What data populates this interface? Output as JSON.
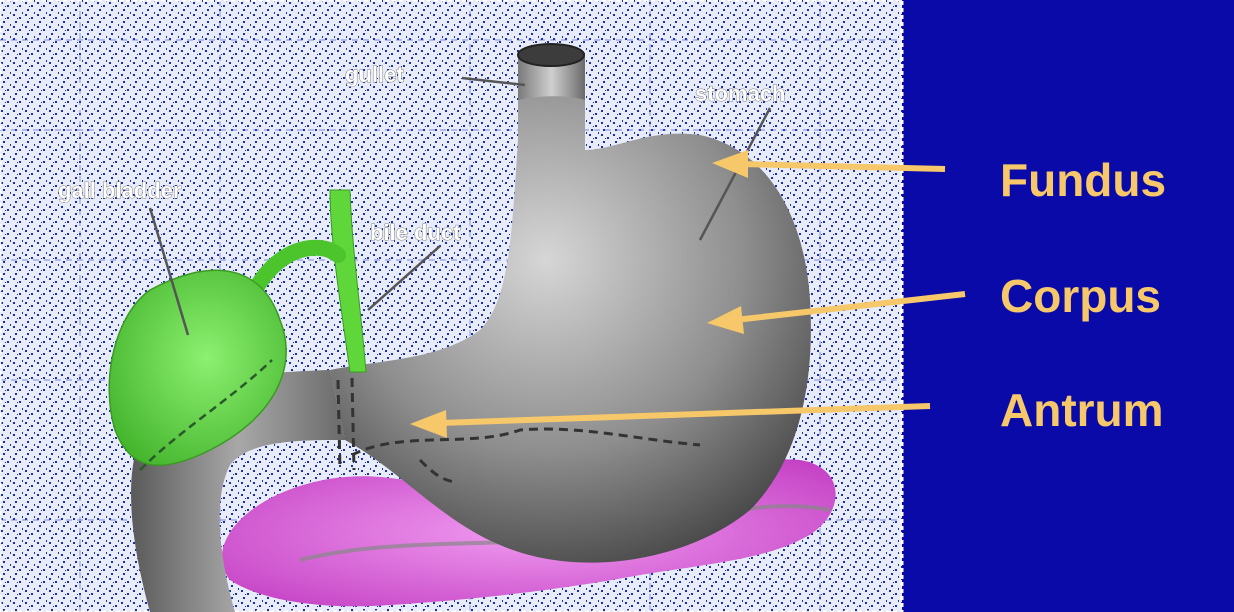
{
  "colors": {
    "slide_background": "#0a0aa8",
    "panel_background": "#e8ecf8",
    "speckle": "#1a2fb0",
    "stomach": "#8a8a8a",
    "gall_bladder": "#5fd63a",
    "pancreas": "#dc58dc",
    "arrow": "#f6c86a",
    "label_text": "#f6c86a"
  },
  "diagram": {
    "labels": {
      "gullet": "gullet",
      "stomach": "stomach",
      "gall_bladder": "gall bladder",
      "bile_duct": "bile duct"
    }
  },
  "regions": [
    {
      "id": "fundus",
      "label": "Fundus",
      "icon": "arrow-left-icon"
    },
    {
      "id": "corpus",
      "label": "Corpus",
      "icon": "arrow-left-icon"
    },
    {
      "id": "antrum",
      "label": "Antrum",
      "icon": "arrow-left-icon"
    }
  ]
}
